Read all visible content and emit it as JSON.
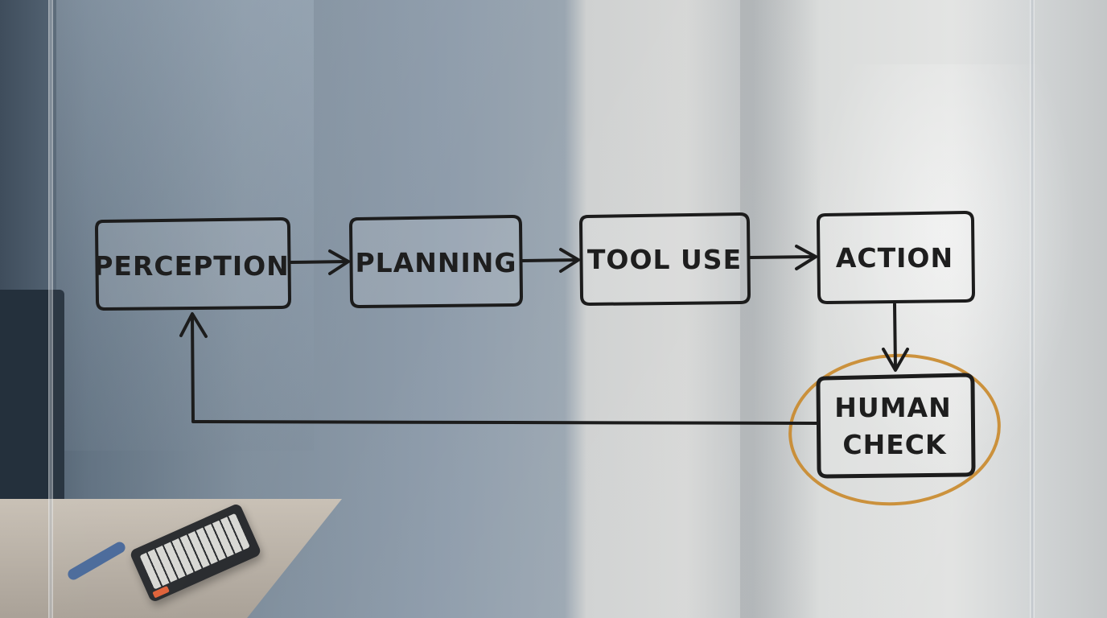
{
  "diagram": {
    "nodes": {
      "perception": "PERCEPTION",
      "planning": "PLANNING",
      "tool_use": "TOOL USE",
      "action": "ACTION",
      "human_check_line1": "HUMAN",
      "human_check_line2": "CHECK"
    },
    "ink_color": "#1c1c1c",
    "highlight_color": "#c9882a"
  }
}
